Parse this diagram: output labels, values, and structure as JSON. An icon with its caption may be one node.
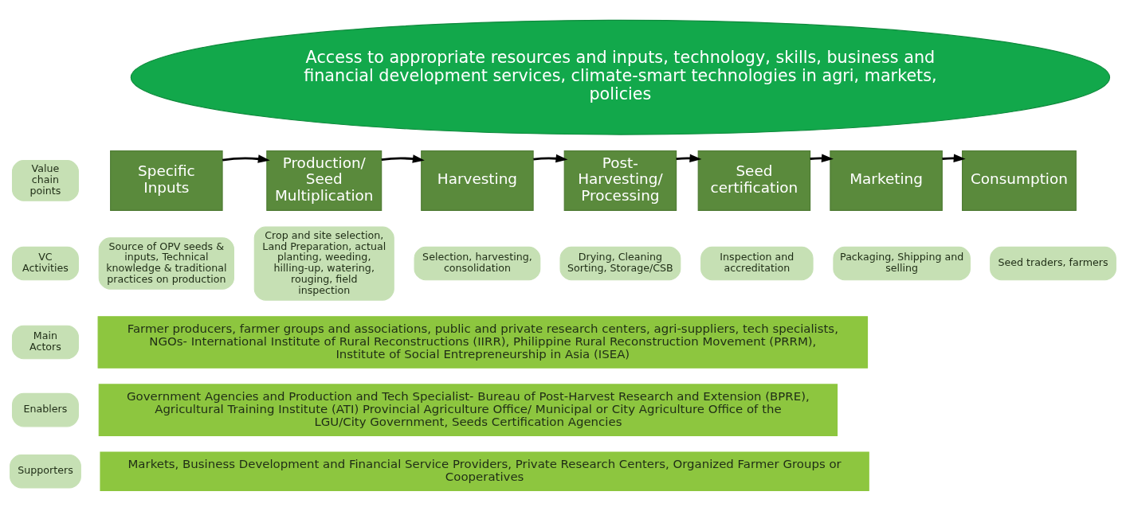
{
  "diagram": {
    "nodes": [
      {
        "text": [
          "Access to appropriate resources and inputs, technology, skills, business and financial development services, climate-smart technologies in agri, markets, policies"
        ]
      },
      {
        "text": [
          "Value chain points"
        ]
      },
      {
        "text": [
          "Specific Inputs"
        ]
      },
      {
        "text": [
          "Production/ Seed Multiplication"
        ]
      },
      {
        "text": [
          "Harvesting"
        ]
      },
      {
        "text": [
          "Post- Harvesting/ Processing"
        ]
      },
      {
        "text": [
          "Seed certification"
        ]
      },
      {
        "text": [
          "Marketing"
        ]
      },
      {
        "text": [
          "Consumption"
        ]
      },
      {
        "text": [
          "VC Activities"
        ]
      },
      {
        "text": [
          "Source of OPV seeds & inputs, Technical knowledge & traditional practices on production"
        ]
      },
      {
        "text": [
          "Crop and site selection, Land Preparation, actual planting, weeding, hilling-up, watering, rouging, field inspection"
        ]
      },
      {
        "text": [
          "Selection, harvesting, consolidation"
        ]
      },
      {
        "text": [
          "Drying, Cleaning Sorting, Storage/CSB"
        ]
      },
      {
        "text": [
          "Inspection and accreditation"
        ]
      },
      {
        "text": [
          "Packaging, Shipping and selling"
        ]
      },
      {
        "text": [
          "Seed traders, farmers"
        ]
      },
      {
        "text": [
          "Main Actors"
        ]
      },
      {
        "text": [
          "Farmer producers, farmer groups and associations, public and private research centers, agri-suppliers, tech specialists, NGOs- International Institute of Rural Reconstructions (IIRR), Philippine Rural Reconstruction Movement (PRRM), Institute of Social Entrepreneurship in Asia (ISEA)"
        ]
      },
      {
        "text": [
          "Enablers"
        ]
      },
      {
        "text": [
          "Government Agencies and Production and Tech Specialist- Bureau of Post-Harvest Research and Extension (BPRE), Agricultural Training Institute (ATI) Provincial Agriculture Office/ Municipal or City Agriculture Office of the LGU/City Government, Seeds Certification Agencies"
        ]
      },
      {
        "text": [
          "Supporters"
        ]
      },
      {
        "text": [
          "Markets, Business Development and Financial Service Providers, Private Research Centers, Organized Farmer Groups or Cooperatives"
        ]
      }
    ],
    "edges": [
      {
        "from": 2,
        "to": 3,
        "arrow": "to"
      },
      {
        "from": 3,
        "to": 4,
        "arrow": "to"
      },
      {
        "from": 4,
        "to": 5,
        "arrow": "to"
      },
      {
        "from": 5,
        "to": 6,
        "arrow": "to"
      },
      {
        "from": 6,
        "to": 7,
        "arrow": "to"
      },
      {
        "from": 7,
        "to": 8,
        "arrow": "to"
      }
    ]
  }
}
